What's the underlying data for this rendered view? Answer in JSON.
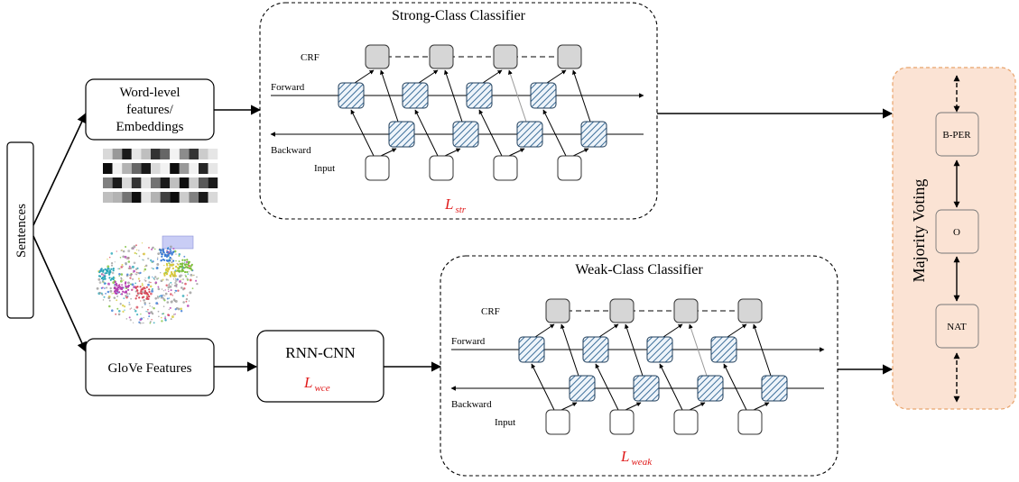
{
  "input": {
    "label": "Sentences"
  },
  "features": {
    "word_level": [
      "Word-level",
      "features/",
      "Embeddings"
    ],
    "glove": "GloVe Features"
  },
  "rnn_cnn": {
    "title": "RNN-CNN",
    "loss_main": "L",
    "loss_sub": "wce"
  },
  "strong": {
    "title": "Strong-Class Classifier",
    "crf": "CRF",
    "forward": "Forward",
    "backward": "Backward",
    "input": "Input",
    "loss_main": "L",
    "loss_sub": "str"
  },
  "weak": {
    "title": "Weak-Class Classifier",
    "crf": "CRF",
    "forward": "Forward",
    "backward": "Backward",
    "input": "Input",
    "loss_main": "L",
    "loss_sub": "weak"
  },
  "voting": {
    "title": "Majority Voting",
    "tags": [
      "B-PER",
      "O",
      "NAT"
    ]
  },
  "colors": {
    "voting_fill": "#fbe3d4",
    "voting_border": "#e8a36b",
    "loss": "#e01b1b",
    "crf_fill": "#d6d6d6",
    "hatch": "#3d6f9a"
  }
}
